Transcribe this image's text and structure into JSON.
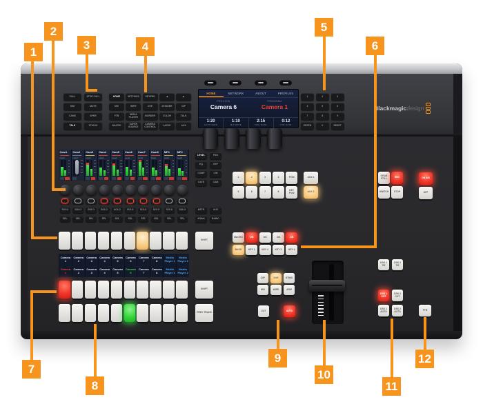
{
  "callouts": [
    {
      "n": "1"
    },
    {
      "n": "2"
    },
    {
      "n": "3"
    },
    {
      "n": "4"
    },
    {
      "n": "5"
    },
    {
      "n": "6"
    },
    {
      "n": "7"
    },
    {
      "n": "8"
    },
    {
      "n": "9"
    },
    {
      "n": "10"
    },
    {
      "n": "11"
    },
    {
      "n": "12"
    }
  ],
  "colors": {
    "accent_orange": "#F7941D",
    "lit_red": "#E8382A",
    "lit_green": "#3FD741",
    "lit_amber": "#F6C97A",
    "lcd_bg": "#131A2C",
    "lcd_blue_text": "#4FA8F0"
  },
  "brand": {
    "strong": "Blackmagic",
    "light": "design"
  },
  "top_panel": {
    "talkback_buttons": [
      "CALL",
      "STOP CALL",
      "DIM",
      "MUTE",
      "CAMS",
      "SPKR",
      "TALK",
      "STUDIO"
    ],
    "talkback_active": "TALK",
    "menu_buttons": [
      "HOME",
      "SETTINGS",
      "KEYERS",
      "◀",
      "▶",
      "MIX",
      "WIPE",
      "DVE",
      "STINGER",
      "DIP",
      "FTB",
      "MEDIA PLAYER",
      "BORDER",
      "COLOR",
      "TALK",
      "MACRO",
      "SUPER SOURCE",
      "CAMERA CONTROL",
      "AUDIO",
      "AUX"
    ],
    "menu_active": "HOME",
    "lcd": {
      "tabs": [
        "HOME",
        "NETWORK",
        "ABOUT",
        "PROFILES"
      ],
      "active_tab": "HOME",
      "preview_label": "PREVIEW",
      "preview_value": "Camera 6",
      "program_label": "PROGRAM",
      "program_value": "Camera 1",
      "params": [
        [
          "1:20",
          "AUTO RATE"
        ],
        [
          "1:10",
          "MIX RATE"
        ],
        [
          "2:15",
          "DVE RATE"
        ],
        [
          "0:12",
          "FTB RATE"
        ]
      ]
    },
    "keypad_keys": [
      "1",
      "2",
      "3",
      "4",
      "5",
      "6",
      "7",
      "8",
      "9",
      "ENTER",
      "0",
      "RESET"
    ]
  },
  "audio": {
    "level_label": "Level",
    "solo_label": "SOLO",
    "sel_label": "SEL",
    "channels": [
      {
        "name": "Cam1",
        "accent": "#D23A2C",
        "level": 0.55,
        "level2": 0.35,
        "peak": false,
        "on": "red",
        "active": true
      },
      {
        "name": "Cam2",
        "accent": "#70768A",
        "level": 0,
        "level2": 0,
        "peak": false,
        "on": "white",
        "active": false
      },
      {
        "name": "Cam3",
        "accent": "#C8B23C",
        "level": 0.7,
        "level2": 0.45,
        "peak": true,
        "on": "white",
        "active": true
      },
      {
        "name": "Cam4",
        "accent": "#D23A2C",
        "level": 0.5,
        "level2": 0.34,
        "peak": false,
        "on": "red",
        "active": true
      },
      {
        "name": "Cam5",
        "accent": "#D23A2C",
        "level": 0.66,
        "level2": 0.4,
        "peak": true,
        "on": "red",
        "active": true
      },
      {
        "name": "Cam6",
        "accent": "#D23A2C",
        "level": 0.56,
        "level2": 0.4,
        "peak": false,
        "on": "red",
        "active": true
      },
      {
        "name": "Cam7",
        "accent": "#D23A2C",
        "level": 0.85,
        "level2": 0.5,
        "peak": true,
        "on": "red",
        "active": true
      },
      {
        "name": "Cam8",
        "accent": "#D23A2C",
        "level": 0.5,
        "level2": 0.35,
        "peak": false,
        "on": "red",
        "active": true
      },
      {
        "name": "MP1",
        "accent": "#C89A3C",
        "level": 0.62,
        "level2": 0.45,
        "peak": true,
        "on": "white",
        "active": true
      },
      {
        "name": "MP2",
        "accent": "#C89A3C",
        "level": 0.48,
        "level2": 0.3,
        "peak": false,
        "on": "white",
        "active": true
      }
    ],
    "side_buttons": [
      "LEVEL",
      "PAN",
      "EQ",
      "EXP",
      "COMP",
      "LIM",
      "GATE",
      "CAM"
    ],
    "side_active": "LEVEL",
    "bank_buttons": [
      "MSTR",
      "AUX",
      "‹BANK",
      "BANK›"
    ]
  },
  "switcher": {
    "shift_label": "SHIFT",
    "prev_trans_label": "PREV TRANS",
    "top_row_lit_index": 6,
    "program_lit_index": 0,
    "preview_lit_index": 5,
    "source_labels": [
      "Camera 1",
      "Camera 2",
      "Camera 3",
      "Camera 4",
      "Camera 5",
      "Camera 6",
      "Camera 7",
      "Camera 8",
      "Media Player 1",
      "Media Player 2"
    ],
    "row1_colors": [
      "#E6E8EE",
      "#E6E8EE",
      "#E6E8EE",
      "#E6E8EE",
      "#E6E8EE",
      "#E6E8EE",
      "#E6E8EE",
      "#E6E8EE",
      "#4FA8F0",
      "#4FA8F0"
    ],
    "row2_colors": [
      "#F04034",
      "#E6E8EE",
      "#E6E8EE",
      "#E6E8EE",
      "#E6E8EE",
      "#43D84A",
      "#E6E8EE",
      "#E6E8EE",
      "#4FA8F0",
      "#4FA8F0"
    ]
  },
  "center": {
    "select_buttons": [
      "1",
      "2",
      "3",
      "4",
      "PGM",
      "5",
      "6",
      "7",
      "8",
      "KEY PVW"
    ],
    "select_lit_index": 1,
    "aux_buttons": [
      "AUX 1",
      "AUX 2"
    ],
    "aux_states": [
      "white",
      "amber"
    ],
    "key_row1": [
      "MACRO",
      "ON",
      "ON",
      "ON",
      "ON"
    ],
    "key_row1_states": [
      "white",
      "red",
      "white",
      "white",
      "red"
    ],
    "key_row2": [
      "BKGD",
      "KEY 1",
      "KEY 2",
      "KEY 3",
      "KEY 4"
    ],
    "key_row2_states": [
      "amber",
      "white",
      "white",
      "white",
      "white"
    ]
  },
  "transition": {
    "types": [
      "DIP",
      "DVE",
      "STING",
      "MIX",
      "WIPE",
      "ARM"
    ],
    "lit": "DVE",
    "cut_label": "CUT",
    "auto_label": "AUTO"
  },
  "record": {
    "buttons": [
      "GRAB STILL",
      "REC",
      "SWITCH",
      "STOP"
    ],
    "states": [
      "white",
      "red",
      "white",
      "white"
    ],
    "on_air_label": "ON AIR",
    "off_label": "OFF"
  },
  "dsk": {
    "tie": [
      "DSK 1 TIE",
      "DSK 2 TIE"
    ],
    "cut": [
      "DSK 1 CUT",
      "DSK 2 CUT"
    ],
    "cut_states": [
      "red",
      "white"
    ],
    "auto": [
      "DSK 1 AUTO",
      "DSK 2 AUTO"
    ],
    "ftb_label": "FTB"
  }
}
